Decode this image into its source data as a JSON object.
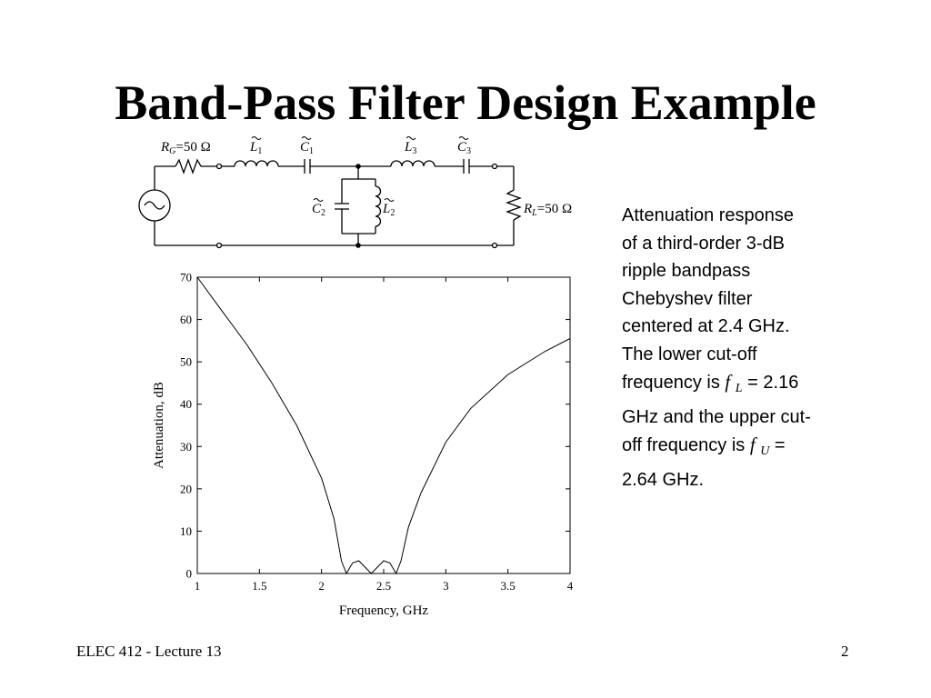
{
  "slide": {
    "title": "Band-Pass Filter Design Example",
    "footer_left": "ELEC 412 - Lecture 13",
    "page_number": "2"
  },
  "description": {
    "line1": "Attenuation response",
    "line2": "of a third-order 3-dB",
    "line3": "ripple bandpass",
    "line4": "Chebyshev filter",
    "line5": "centered at 2.4 GHz.",
    "line6": "The lower cut-off",
    "line7_pre": "frequency is ",
    "fl_symbol": "f",
    "fl_sub": "L",
    "line7_post": " = 2.16",
    "line8": "GHz and the upper cut-",
    "line9_pre": "off frequency is ",
    "fu_symbol": "f",
    "fu_sub": "U",
    "line9_post": " =",
    "line10": "2.64 GHz."
  },
  "circuit": {
    "rg_label": "R",
    "rg_sub": "G",
    "rg_value": "=50 Ω",
    "l1_label": "L",
    "l1_sub": "1",
    "c1_label": "C",
    "c1_sub": "1",
    "l3_label": "L",
    "l3_sub": "3",
    "c3_label": "C",
    "c3_sub": "3",
    "c2_label": "C",
    "c2_sub": "2",
    "l2_label": "L",
    "l2_sub": "2",
    "rl_label": "R",
    "rl_sub": "L",
    "rl_value": "=50 Ω"
  },
  "chart_data": {
    "type": "line",
    "title": "",
    "xlabel": "Frequency, GHz",
    "ylabel": "Attenuation, dB",
    "xlim": [
      1,
      4
    ],
    "ylim": [
      0,
      70
    ],
    "xticks": [
      1,
      1.5,
      2,
      2.5,
      3,
      3.5,
      4
    ],
    "xtick_labels": [
      "1",
      "1.5",
      "2",
      "2.5",
      "3",
      "3.5",
      "4"
    ],
    "yticks": [
      0,
      10,
      20,
      30,
      40,
      50,
      60,
      70
    ],
    "ytick_labels": [
      "0",
      "10",
      "20",
      "30",
      "40",
      "50",
      "60",
      "70"
    ],
    "grid": false,
    "series": [
      {
        "x": [
          1.0,
          1.2,
          1.4,
          1.6,
          1.8,
          2.0,
          2.1,
          2.16,
          2.2,
          2.25,
          2.3,
          2.35,
          2.4,
          2.45,
          2.5,
          2.55,
          2.6,
          2.64,
          2.7,
          2.8,
          3.0,
          3.2,
          3.5,
          3.8,
          4.0
        ],
        "y": [
          70.0,
          62.0,
          54.0,
          45.0,
          35.0,
          22.5,
          13.0,
          3.0,
          0.0,
          2.5,
          3.0,
          1.5,
          0.0,
          1.5,
          3.0,
          2.5,
          0.0,
          3.0,
          11.0,
          19.0,
          31.0,
          39.0,
          47.0,
          52.5,
          55.5
        ]
      }
    ]
  }
}
